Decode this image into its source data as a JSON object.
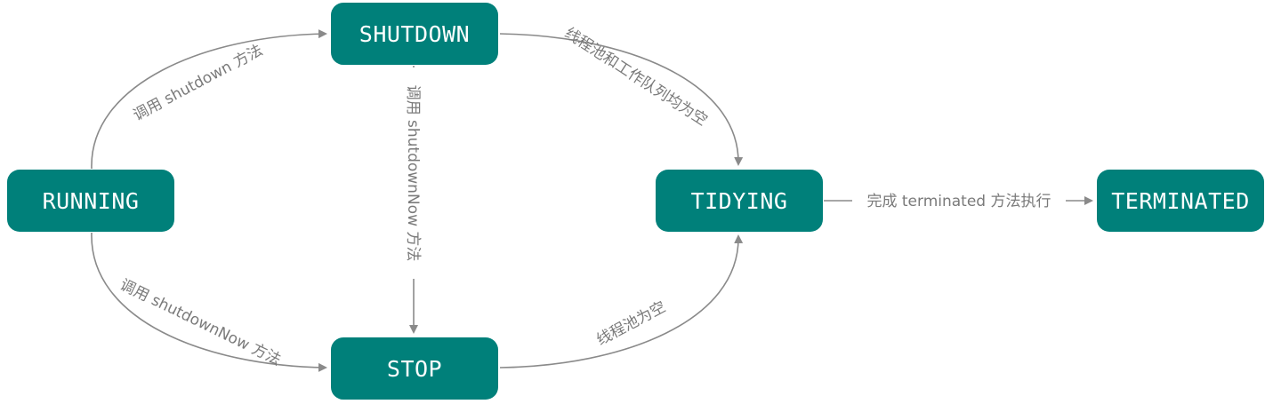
{
  "nodes": {
    "running": "RUNNING",
    "shutdown": "SHUTDOWN",
    "stop": "STOP",
    "tidying": "TIDYING",
    "terminated": "TERMINATED"
  },
  "edges": {
    "running_to_shutdown": "调用 shutdown 方法",
    "running_to_stop": "调用 shutdownNow 方法",
    "shutdown_to_stop": "调用 shutdownNow 方法",
    "shutdown_to_tidying": "线程池和工作队列均为空",
    "stop_to_tidying": "线程池为空",
    "tidying_to_terminated": "完成 terminated 方法执行"
  },
  "colors": {
    "node_fill": "#00807a",
    "node_text": "#ffffff",
    "edge": "#8a8a8a",
    "edge_label": "#7a7a7a"
  }
}
